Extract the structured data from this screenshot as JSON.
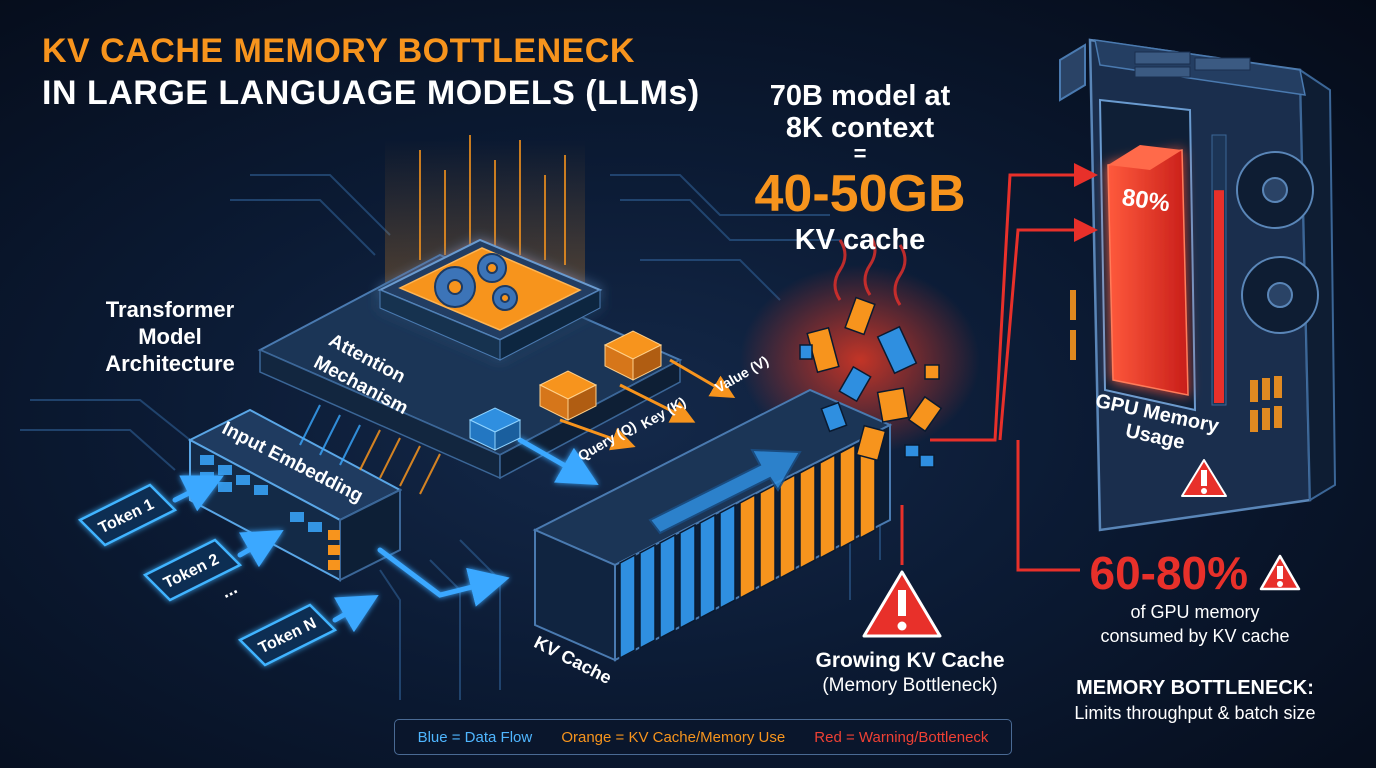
{
  "title": {
    "line1": "KV CACHE MEMORY BOTTLENECK",
    "line2": "IN LARGE LANGUAGE MODELS (LLMs)"
  },
  "architecture_label": [
    "Transformer",
    "Model",
    "Architecture"
  ],
  "attention_label": [
    "Attention",
    "Mechanism"
  ],
  "input_embedding_label": "Input Embedding",
  "tokens": [
    "Token 1",
    "Token 2",
    "...",
    "Token N"
  ],
  "qkv": {
    "query": "Query (Q)",
    "key": "Key (K)",
    "value": "Value (V)"
  },
  "kv_cache_label": "KV Cache",
  "stat": {
    "line1": "70B model at",
    "line2": "8K context",
    "equals": "=",
    "value": "40-50GB",
    "line4": "KV cache"
  },
  "gpu": {
    "label": [
      "GPU Memory",
      "Usage"
    ],
    "usage_value": "80%",
    "usage_fraction": 0.8
  },
  "consumption": {
    "value": "60-80%",
    "line1": "of GPU memory",
    "line2": "consumed by KV cache"
  },
  "growing": {
    "title": "Growing KV Cache",
    "subtitle": "(Memory Bottleneck)"
  },
  "bottleneck": {
    "title": "MEMORY BOTTLENECK:",
    "subtitle": "Limits throughput & batch size"
  },
  "legend": {
    "blue": "Blue = Data Flow",
    "orange": "Orange = KV Cache/Memory Use",
    "red": "Red = Warning/Bottleneck"
  },
  "colors": {
    "blue": "#3aa8ff",
    "orange": "#f7941d",
    "red": "#e8302a",
    "background": "#0b1a33"
  }
}
